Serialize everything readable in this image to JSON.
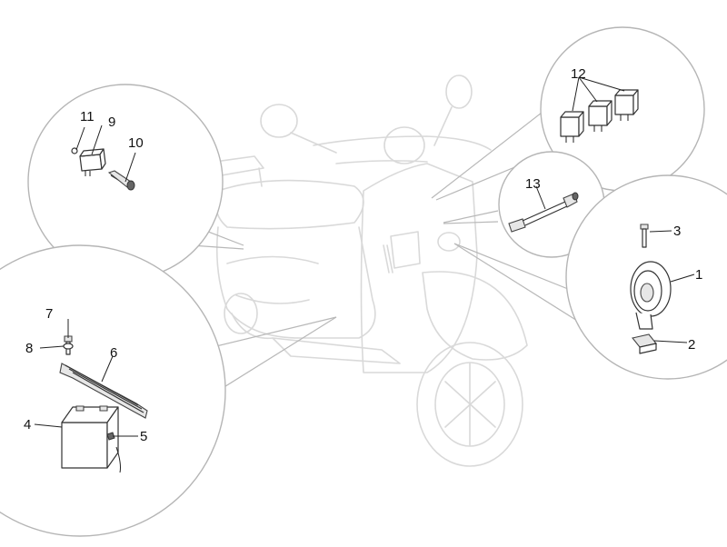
{
  "parts": [
    {
      "id": "1",
      "label": "1"
    },
    {
      "id": "2",
      "label": "2"
    },
    {
      "id": "3",
      "label": "3"
    },
    {
      "id": "4",
      "label": "4"
    },
    {
      "id": "5",
      "label": "5"
    },
    {
      "id": "6",
      "label": "6"
    },
    {
      "id": "7",
      "label": "7"
    },
    {
      "id": "8",
      "label": "8"
    },
    {
      "id": "9",
      "label": "9"
    },
    {
      "id": "10",
      "label": "10"
    },
    {
      "id": "11",
      "label": "11"
    },
    {
      "id": "12",
      "label": "12"
    },
    {
      "id": "13",
      "label": "13"
    }
  ]
}
